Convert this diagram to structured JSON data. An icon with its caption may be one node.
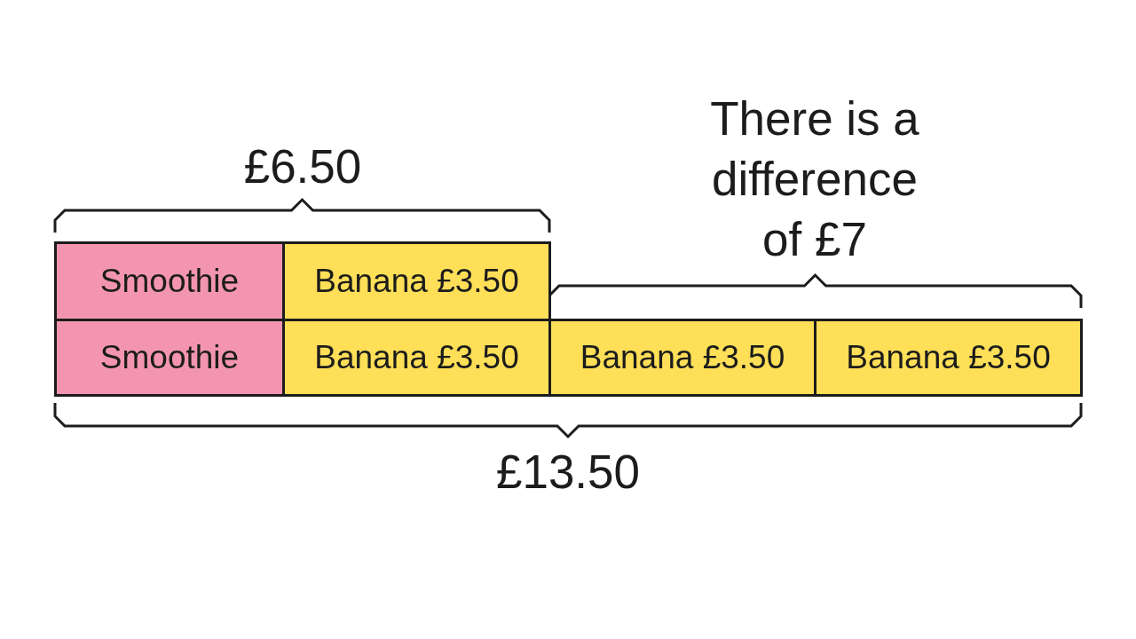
{
  "diagram": {
    "nodes": [
      {
        "text": [
          "Smoothie"
        ]
      },
      {
        "text": [
          "Banana £3.50"
        ]
      },
      {
        "text": [
          "Smoothie"
        ]
      },
      {
        "text": [
          "Banana £3.50"
        ]
      },
      {
        "text": [
          "Banana £3.50"
        ]
      },
      {
        "text": [
          "Banana £3.50"
        ]
      }
    ],
    "labels": [
      "£6.50",
      "There is a difference of £7",
      "£13.50"
    ]
  }
}
